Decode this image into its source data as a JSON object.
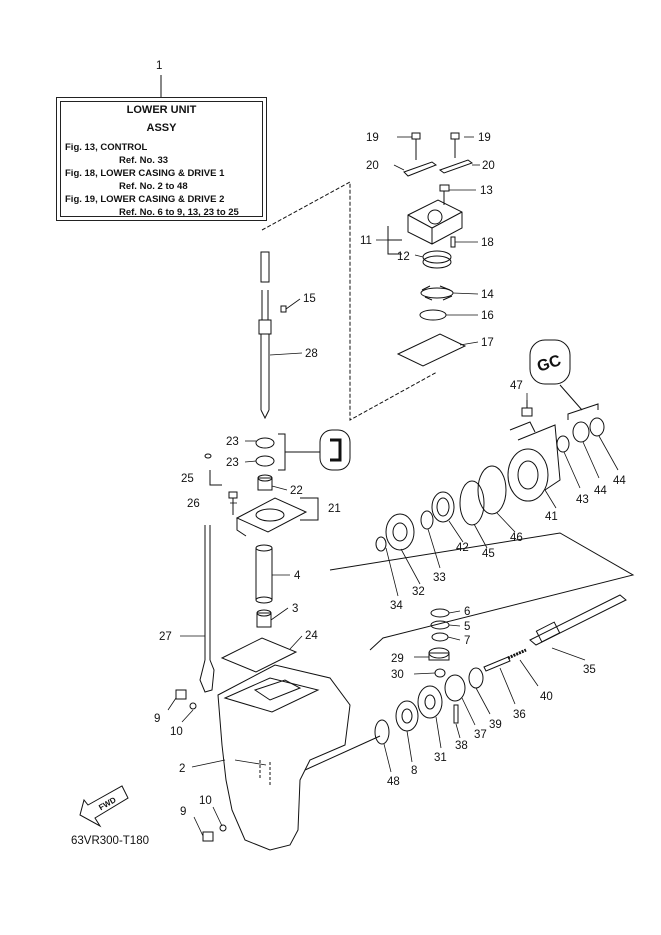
{
  "assembly": {
    "ref_number": "1",
    "title_line1": "LOWER UNIT",
    "title_line2": "ASSY",
    "refs": [
      "Fig. 13, CONTROL",
      "Ref. No. 33",
      "Fig. 18, LOWER CASING & DRIVE 1",
      "Ref. No. 2 to 48",
      "Fig. 19, LOWER CASING & DRIVE 2",
      "Ref. No. 6 to 9, 13, 23 to 25"
    ]
  },
  "diagram_code": "63VR300-T180",
  "fwd_label": "FWD",
  "grease_label": "GC",
  "part_numbers": [
    "19",
    "19",
    "20",
    "20",
    "13",
    "11",
    "18",
    "12",
    "14",
    "15",
    "16",
    "28",
    "17",
    "47",
    "23",
    "23",
    "25",
    "22",
    "21",
    "26",
    "43",
    "44",
    "44",
    "41",
    "46",
    "45",
    "42",
    "33",
    "32",
    "34",
    "4",
    "27",
    "3",
    "24",
    "6",
    "5",
    "7",
    "29",
    "30",
    "35",
    "40",
    "36",
    "39",
    "37",
    "9",
    "10",
    "38",
    "31",
    "2",
    "48",
    "8",
    "9",
    "10"
  ],
  "colors": {
    "line": "#111111",
    "background": "#ffffff"
  }
}
